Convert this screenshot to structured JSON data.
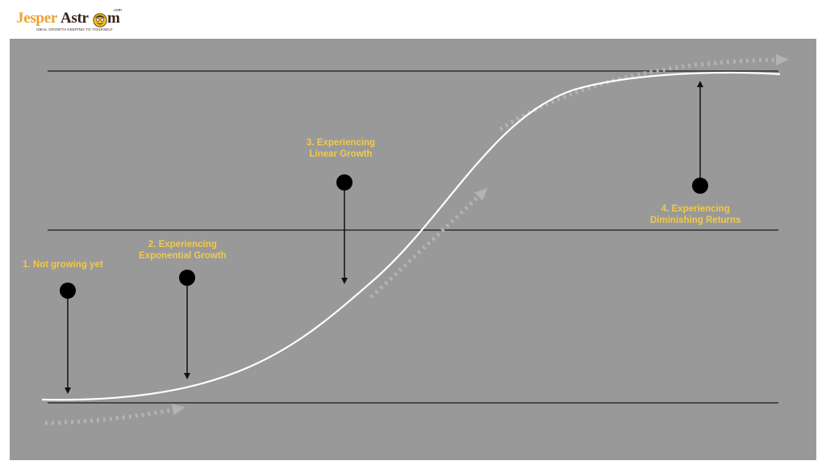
{
  "logo": {
    "word_primary": "Jesper",
    "word_secondary": "Astr",
    "word_tail": "m",
    "dotcom": ".com",
    "tagline": "IDEAL GROWTH KEEPING TO YOURSELF",
    "primary_color": "#f0a030",
    "secondary_color": "#3a2418",
    "face_color": "#f6c21c"
  },
  "diagram": {
    "background_color": "#999999",
    "curve_color": "#ffffff",
    "guide_line_color": "#1a1a1a",
    "label_color": "#f2c94c",
    "dotted_arrow_color": "#b3b3b3",
    "stages": [
      {
        "lines": [
          "1. Not growing yet"
        ],
        "pointer": "down"
      },
      {
        "lines": [
          "2. Experiencing",
          "Exponential Growth"
        ],
        "pointer": "down"
      },
      {
        "lines": [
          "3. Experiencing",
          "Linear Growth"
        ],
        "pointer": "down"
      },
      {
        "lines": [
          "4. Experiencing",
          "Diminishing Returns"
        ],
        "pointer": "up"
      }
    ]
  }
}
